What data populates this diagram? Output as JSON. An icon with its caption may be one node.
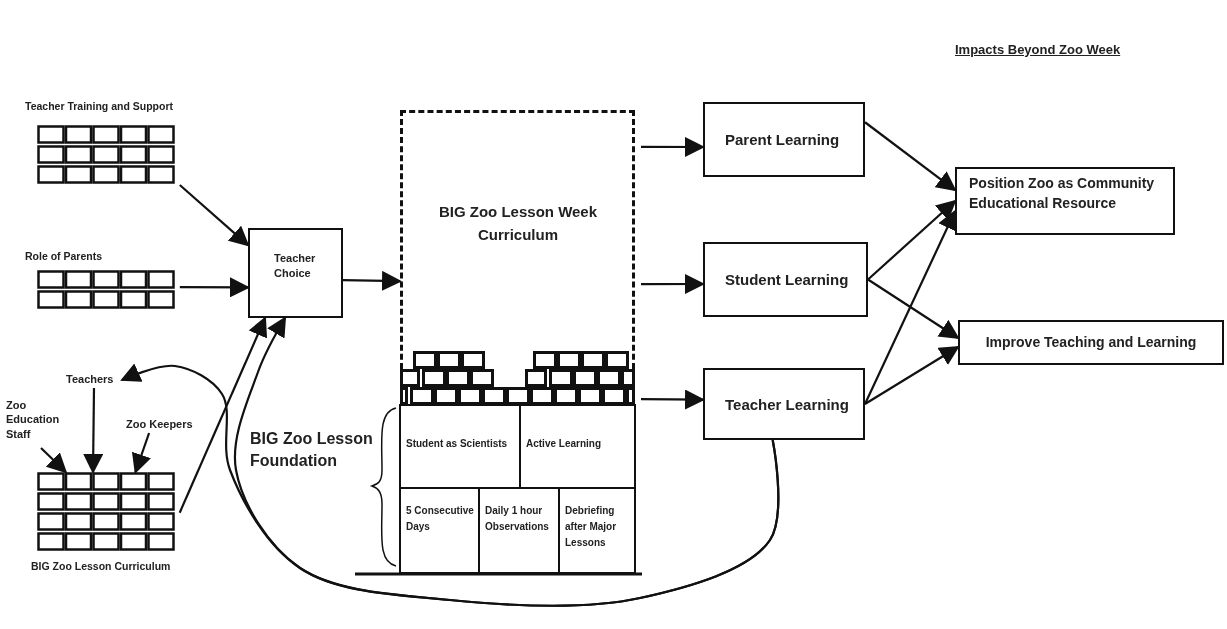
{
  "diagram": {
    "title": "Impacts Beyond Zoo Week",
    "nodes": [
      {
        "text": [
          "Teacher Training and Support"
        ]
      },
      {
        "text": [
          "Role of Parents"
        ]
      },
      {
        "text": [
          "Teacher Choice"
        ]
      },
      {
        "text": [
          "Teachers"
        ]
      },
      {
        "text": [
          "Zoo Education Staff"
        ]
      },
      {
        "text": [
          "Zoo Keepers"
        ]
      },
      {
        "text": [
          "BIG Zoo Lesson Curriculum"
        ]
      },
      {
        "text": [
          "BIG Zoo Lesson Week Curriculum"
        ]
      },
      {
        "text": [
          "Student as Scientists"
        ]
      },
      {
        "text": [
          "Active Learning"
        ]
      },
      {
        "text": [
          "5 Consecutive Days"
        ]
      },
      {
        "text": [
          "Daily 1 hour Observations"
        ]
      },
      {
        "text": [
          "Debriefing after Major Lessons"
        ]
      },
      {
        "text": [
          "Parent Learning"
        ]
      },
      {
        "text": [
          "Student Learning"
        ]
      },
      {
        "text": [
          "Teacher Learning"
        ]
      },
      {
        "text": [
          "Position Zoo as Community Educational Resource"
        ]
      },
      {
        "text": [
          "Improve Teaching and Learning"
        ]
      }
    ],
    "edges": [
      {
        "from": 0,
        "to": 2,
        "arrow": "to"
      },
      {
        "from": 1,
        "to": 2,
        "arrow": "to"
      },
      {
        "from": 6,
        "to": 2,
        "arrow": "to"
      },
      {
        "from": 15,
        "to": 2,
        "arrow": "to"
      },
      {
        "from": 15,
        "to": 3,
        "arrow": "to"
      },
      {
        "from": 3,
        "to": 6,
        "arrow": "to"
      },
      {
        "from": 4,
        "to": 6,
        "arrow": "to"
      },
      {
        "from": 5,
        "to": 6,
        "arrow": "to"
      },
      {
        "from": 2,
        "to": 7,
        "arrow": "to"
      },
      {
        "from": 7,
        "to": 13,
        "arrow": "to"
      },
      {
        "from": 7,
        "to": 14,
        "arrow": "to"
      },
      {
        "from": 7,
        "to": 15,
        "arrow": "to"
      },
      {
        "from": 13,
        "to": 16,
        "arrow": "to"
      },
      {
        "from": 14,
        "to": 16,
        "arrow": "to"
      },
      {
        "from": 14,
        "to": 17,
        "arrow": "to"
      },
      {
        "from": 15,
        "to": 16,
        "arrow": "to"
      },
      {
        "from": 15,
        "to": 17,
        "arrow": "to"
      }
    ],
    "labels": [
      "BIG Zoo Lesson Foundation"
    ]
  }
}
